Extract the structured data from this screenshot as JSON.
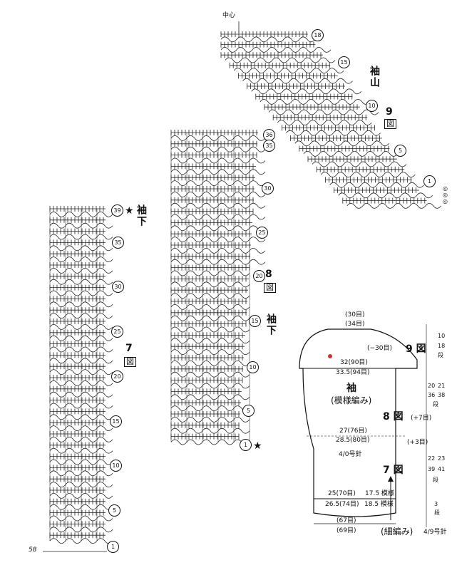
{
  "page_number": "58",
  "sleeve_cap_chart": {
    "center_label": "中心",
    "title": "袖山",
    "fig_number": "9",
    "fig_unit": "図",
    "rows": [
      "18",
      "15",
      "10",
      "5",
      "1"
    ],
    "edge_marks": "◎◎◎"
  },
  "mid_chart": {
    "title": "袖下",
    "fig_number": "8",
    "fig_unit": "図",
    "rows": [
      "36",
      "35",
      "30",
      "25",
      "20",
      "15",
      "10",
      "5",
      "1"
    ],
    "top_star": "",
    "bottom_star": "★"
  },
  "left_chart": {
    "title": "袖下",
    "fig_number": "7",
    "fig_unit": "図",
    "rows": [
      "39",
      "35",
      "30",
      "25",
      "20",
      "15",
      "10",
      "5",
      "1"
    ],
    "top_star": "★"
  },
  "schematic": {
    "top_stitches_1": "(30目)",
    "top_stitches_2": "(34目)",
    "decrease_note": "(−30目)",
    "fig9": "9 図",
    "width_1": "32(90目)",
    "width_2": "33.5(94目)",
    "name": "袖",
    "pattern": "(模様編み)",
    "fig8": "8 図",
    "inc1": "(+7目)",
    "mid_width_1": "27(76目)",
    "mid_width_2": "28.5(80目)",
    "inc2": "(+3目)",
    "needle": "4/0号針",
    "fig7": "7 図",
    "low_width_1": "25(70目)",
    "low_width_1b": "17.5 模様",
    "low_width_2": "26.5(74目)",
    "low_width_2b": "18.5 模様",
    "rib_stitches_1": "(67目)",
    "rib_stitches_2": "(69目)",
    "rib_name": "(細編み)",
    "rib_needle": "4/9号針",
    "side_top_1": "10",
    "side_top_2": "18",
    "side_top_3": "段",
    "side_mid_1": "20",
    "side_mid_2": "21",
    "side_mid_3": "36",
    "side_mid_4": "38",
    "side_mid_5": "段",
    "side_low_1": "22",
    "side_low_2": "23",
    "side_low_3": "39",
    "side_low_4": "41",
    "side_low_5": "段",
    "side_rib_1": "3",
    "side_rib_2": "段"
  }
}
